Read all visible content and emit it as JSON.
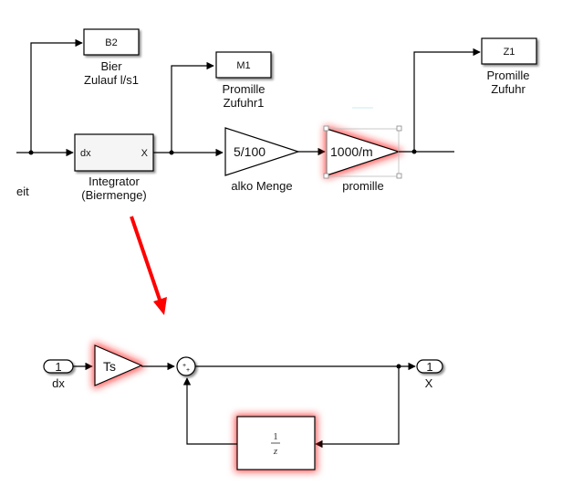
{
  "top_model": {
    "integrator": {
      "input_port": "dx",
      "output_port": "X",
      "label_line1": "Integrator",
      "label_line2": "(Biermenge)"
    },
    "goto_b2": {
      "tag": "B2",
      "label_line1": "Bier",
      "label_line2": "Zulauf l/s1"
    },
    "goto_m1": {
      "tag": "M1",
      "label_line1": "Promille",
      "label_line2": "Zufuhr1"
    },
    "goto_z1": {
      "tag": "Z1",
      "label_line1": "Promille",
      "label_line2": "Zufuhr"
    },
    "gain_alko": {
      "value": "5/100",
      "label": "alko Menge"
    },
    "gain_promille": {
      "value": "1000/m",
      "label": "promille",
      "selected": true
    },
    "partial_label": "eit"
  },
  "sub_model": {
    "inport": {
      "number": "1",
      "label": "dx"
    },
    "gain_ts": {
      "value": "Ts"
    },
    "sum": {
      "signs": "++"
    },
    "unit_delay": {
      "numerator": "1",
      "denominator": "z"
    },
    "outport": {
      "number": "1",
      "label": "X"
    }
  },
  "colors": {
    "line": "#000000",
    "highlight_glow": "#ff0000",
    "arrow": "#ff0000",
    "selection_handle": "#999999"
  }
}
